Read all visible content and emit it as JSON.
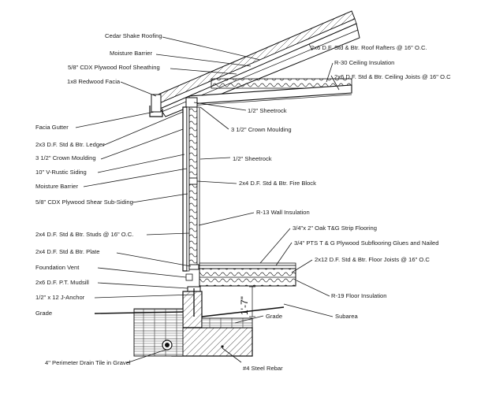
{
  "labels": {
    "cedar_shake": "Cedar Shake Roofing",
    "moisture_barrier_roof": "Moisture Barrier",
    "plywood_roof_sheathing": "5/8\" CDX Plywood Roof Sheathing",
    "redwood_facia": "1x8 Redwood Facia",
    "facia_gutter": "Facia Gutter",
    "ledger": "2x3 D.F. Std & Btr. Ledger",
    "crown_moulding_left": "3 1/2\" Crown Moulding",
    "v_rustic_siding": "10\" V-Rustic Siding",
    "moisture_barrier_wall": "Moisture Barrier",
    "shear_sub_siding": "5/8\" CDX Plywood Shear Sub-Siding",
    "studs": "2x4 D.F. Std & Btr. Studs @ 16\" O.C.",
    "plate": "2x4 D.F. Std & Btr. Plate",
    "foundation_vent": "Foundation Vent",
    "mudsill": "2x6 D.F. P.T. Mudsill",
    "j_anchor": "1/2\" x 12 J-Anchor",
    "grade_left": "Grade",
    "drain_tile": "4\" Perimeter Drain Tile in Gravel",
    "roof_rafters": "2x6 D.F. Std & Btr. Roof Rafters @ 16\" O.C.",
    "ceiling_insulation": "R-30 Ceiling Insulation",
    "ceiling_joists": "2x6 D.F. Std & Btr. Ceiling Joists @ 16\" O.C",
    "sheetrock_top": "1/2\" Sheetrock",
    "crown_moulding_right": "3 1/2\" Crown Moulding",
    "sheetrock_wall": "1/2\" Sheetrock",
    "fire_block": "2x4 D.F. Std & Btr. Fire Block",
    "wall_insulation": "R-13 Wall Insulation",
    "oak_flooring": "3/4\"x 2\" Oak T&G Strip Flooring",
    "subflooring": "3/4\" PTS T & G Plywood Subflooring Glues and Nailed",
    "floor_joists": "2x12 D.F. Std & Btr. Floor Joists @ 16\" O.C",
    "floor_insulation": "R-19 Floor Insulation",
    "grade_right": "Grade",
    "subarea": "Subarea",
    "rebar": "#4 Steel Rebar",
    "crawl_height": "1'-7\""
  }
}
